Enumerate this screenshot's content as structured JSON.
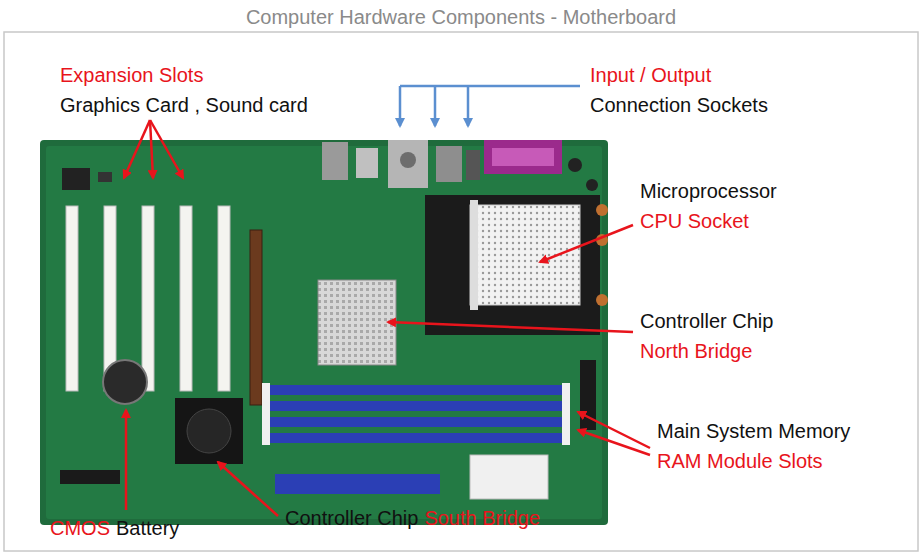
{
  "diagram": {
    "title": "Computer Hardware Components - Motherboard",
    "labels": [
      "Expansion Slots",
      "Graphics Card , Sound card",
      "Input / Output",
      "Connection Sockets",
      "Microprocessor",
      "CPU Socket",
      "Controller Chip",
      "North Bridge",
      "Main System Memory",
      "RAM Module Slots",
      "CMOS",
      "Battery",
      "Controller Chip",
      "South Bridge"
    ]
  }
}
